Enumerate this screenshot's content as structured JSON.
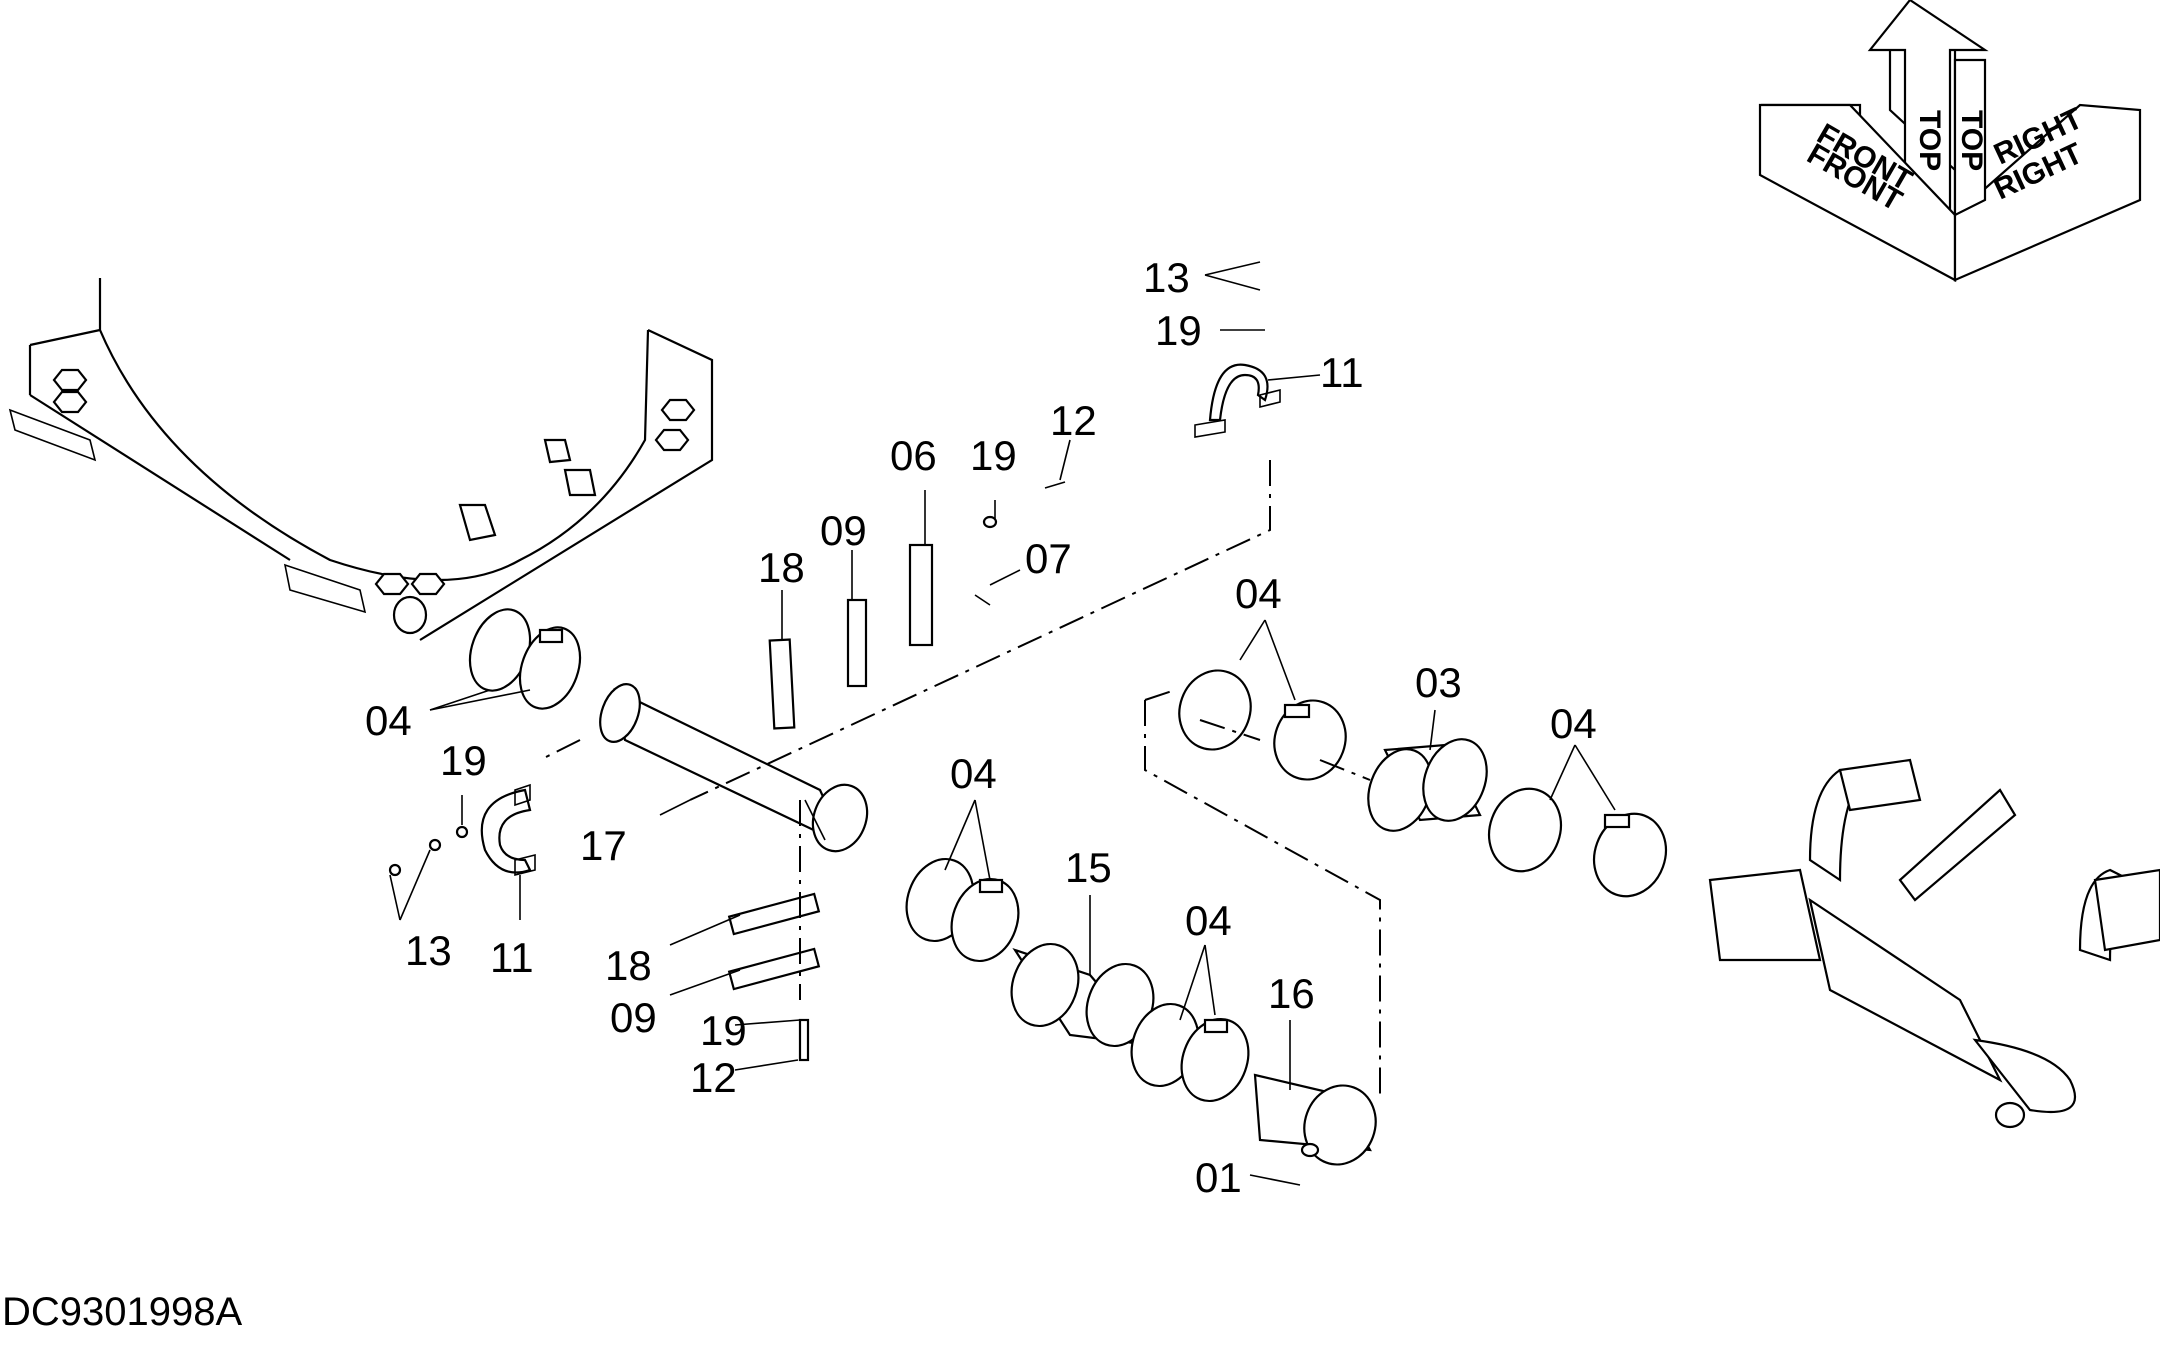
{
  "drawing_number": "DC9301998A",
  "orientation": {
    "top": "TOP",
    "front": "FRONT",
    "right": "RIGHT"
  },
  "callouts": [
    {
      "id": "13a",
      "text": "13"
    },
    {
      "id": "19a",
      "text": "19"
    },
    {
      "id": "11a",
      "text": "11"
    },
    {
      "id": "12a",
      "text": "12"
    },
    {
      "id": "06",
      "text": "06"
    },
    {
      "id": "19b",
      "text": "19"
    },
    {
      "id": "09a",
      "text": "09"
    },
    {
      "id": "07",
      "text": "07"
    },
    {
      "id": "18a",
      "text": "18"
    },
    {
      "id": "04a",
      "text": "04"
    },
    {
      "id": "03",
      "text": "03"
    },
    {
      "id": "04b",
      "text": "04"
    },
    {
      "id": "04c",
      "text": "04"
    },
    {
      "id": "19c",
      "text": "19"
    },
    {
      "id": "17",
      "text": "17"
    },
    {
      "id": "04d",
      "text": "04"
    },
    {
      "id": "15",
      "text": "15"
    },
    {
      "id": "04e",
      "text": "04"
    },
    {
      "id": "13b",
      "text": "13"
    },
    {
      "id": "11b",
      "text": "11"
    },
    {
      "id": "18b",
      "text": "18"
    },
    {
      "id": "09b",
      "text": "09"
    },
    {
      "id": "19d",
      "text": "19"
    },
    {
      "id": "12b",
      "text": "12"
    },
    {
      "id": "16",
      "text": "16"
    },
    {
      "id": "01",
      "text": "01"
    }
  ]
}
